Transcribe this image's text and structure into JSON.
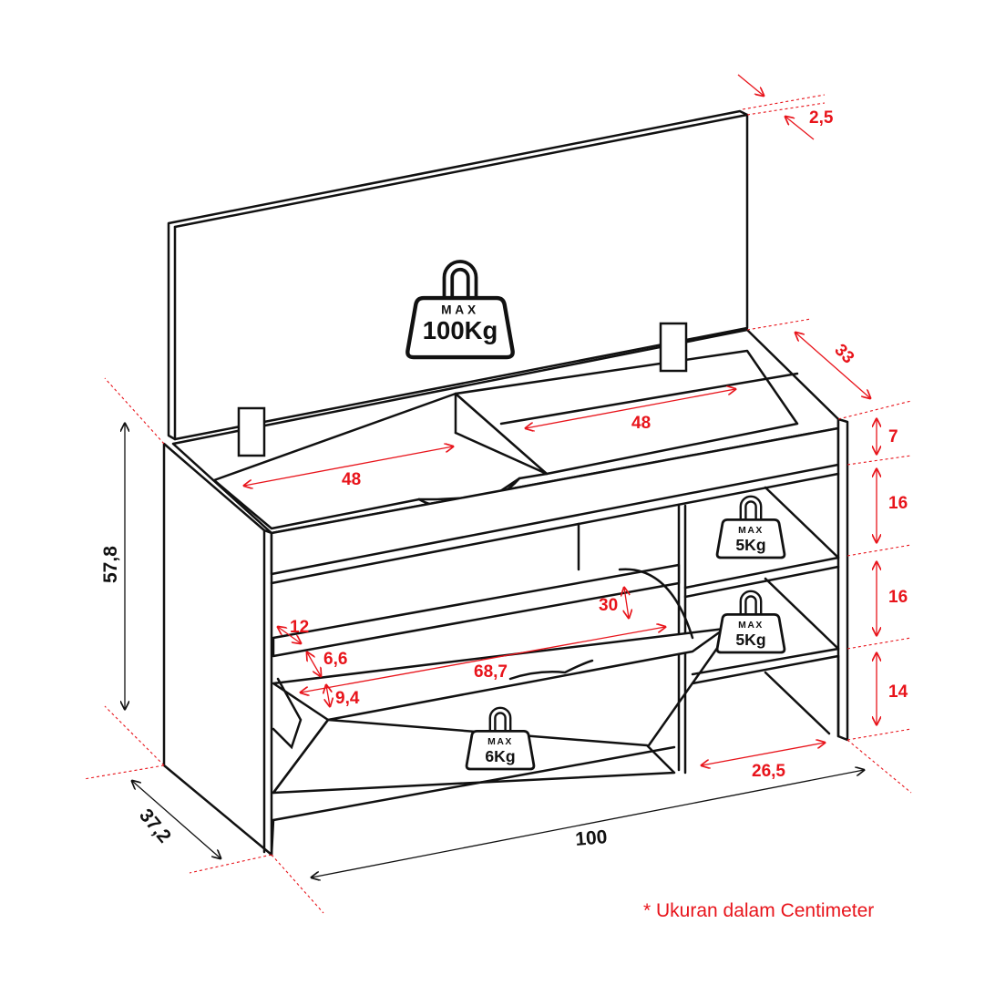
{
  "dimensions": {
    "lid_thickness": "2,5",
    "depth_top": "33",
    "top_section_height": "7",
    "shelf_height_1": "16",
    "shelf_height_2": "16",
    "bottom_height": "14",
    "right_width": "26,5",
    "total_width": "100",
    "total_depth": "37,2",
    "total_height": "57,8",
    "compartment_left_width": "48",
    "compartment_right_width": "48",
    "flap_depth": "12",
    "flap_gap_1": "6,6",
    "flap_gap_2": "9,4",
    "flap_width": "68,7",
    "flap_height": "30"
  },
  "weights": {
    "lid": {
      "max": "MAX",
      "value": "100Kg"
    },
    "shelf_1": {
      "max": "MAX",
      "value": "5Kg"
    },
    "shelf_2": {
      "max": "MAX",
      "value": "5Kg"
    },
    "flap": {
      "max": "MAX",
      "value": "6Kg"
    }
  },
  "note": "* Ukuran dalam Centimeter",
  "colors": {
    "dimension": "#e8141b",
    "line": "#111111"
  }
}
